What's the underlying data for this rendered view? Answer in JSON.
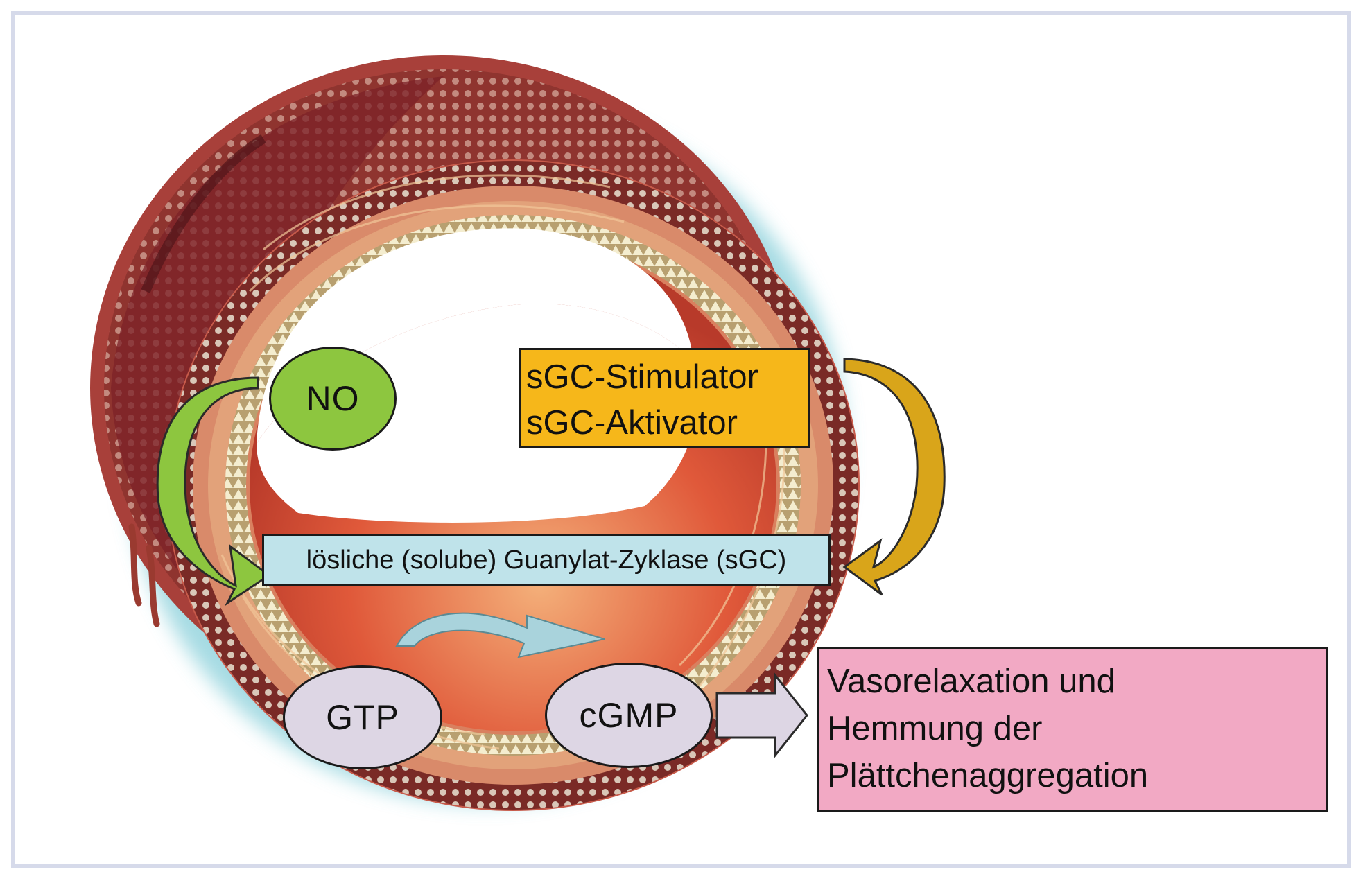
{
  "diagram": {
    "nodes": {
      "no": "NO",
      "stimulator_line1": "sGC-Stimulator",
      "stimulator_line2": "sGC-Aktivator",
      "sgc": "lösliche (solube) Guanylat-Zyklase (sGC)",
      "gtp": "GTP",
      "cgmp": "cGMP",
      "effect_line1": "Vasorelaxation und",
      "effect_line2": "Hemmung der",
      "effect_line3": "Plättchenaggregation"
    },
    "colors": {
      "no_fill": "#8dc63f",
      "no_arrow": "#8dc63f",
      "stimulator_fill": "#f6b71a",
      "stimulator_arrow": "#d9a51a",
      "sgc_fill": "#bfe3ea",
      "gtp_cgmp_arrow": "#a9d3dc",
      "nucleotide_fill": "#ddd6e4",
      "output_arrow": "#ddd6e4",
      "effect_fill": "#f2a9c4",
      "frame_border": "#d6daea"
    },
    "icons": [
      "artery-cross-section-illustration",
      "curved-arrow",
      "block-arrow"
    ]
  }
}
